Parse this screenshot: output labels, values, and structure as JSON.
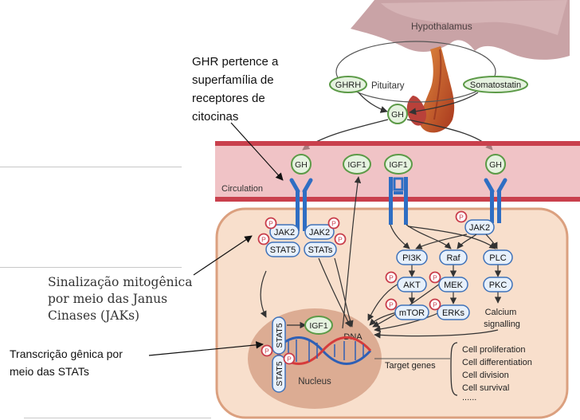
{
  "annotations": {
    "ghr_note": [
      "GHR pertence a",
      "superfamília de",
      "receptores de",
      "citocinas"
    ],
    "jak_note": [
      "Sinalização mitogênica",
      "por meio das Janus",
      "Cinases (JAKs)"
    ],
    "stat_note": [
      "Transcrição gênica por",
      "meio das STATs"
    ]
  },
  "diagram": {
    "hypothalamus": "Hypothalamus",
    "pituitary": "Pituitary",
    "ghrh": "GHRH",
    "somatostatin": "Somatostatin",
    "gh": "GH",
    "igf1": "IGF1",
    "circulation": "Circulation",
    "p": "P",
    "jak2": "JAK2",
    "stat5": "STAT5",
    "stats": "STATs",
    "pi3k": "PI3K",
    "raf": "Raf",
    "plc": "PLC",
    "akt": "AKT",
    "mek": "MEK",
    "pkc": "PKC",
    "mtor": "mTOR",
    "erks": "ERKs",
    "calcium": [
      "Calcium",
      "signalling"
    ],
    "dna": "DNA",
    "nucleus": "Nucleus",
    "target_genes": "Target genes",
    "outcomes": [
      "Cell proliferation",
      "Cell differentiation",
      "Cell division",
      "Cell survival",
      "......"
    ]
  },
  "colors": {
    "membrane": "#e8a3a8",
    "membrane_line": "#c9404d",
    "cell": "#f8dfcc",
    "cell_border": "#dba07f",
    "nucleus": "#dcac93",
    "hormone_fill": "#e5f2df",
    "hormone_stroke": "#5c9a47",
    "receptor": "#2f6ec3",
    "protein_fill": "#e7f0fb",
    "protein_stroke": "#3f72b9",
    "phospho": "#c83c4a",
    "dna_red": "#d63b3b",
    "dna_blue": "#2e5fb5"
  }
}
